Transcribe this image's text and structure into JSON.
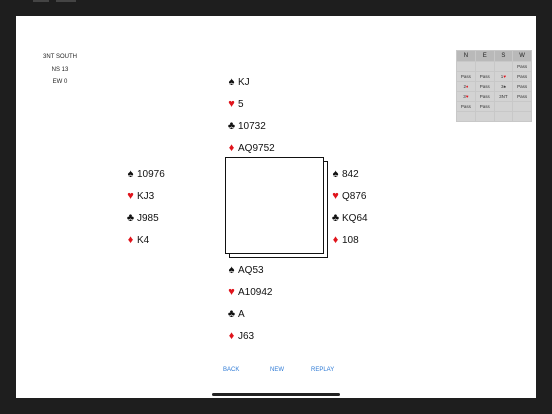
{
  "contract": "3NT SOUTH",
  "ns_score": "NS 13",
  "ew_score": "EW 0",
  "north": {
    "spades": "KJ",
    "hearts": "5",
    "clubs": "10732",
    "diamonds": "AQ9752"
  },
  "west": {
    "spades": "10976",
    "hearts": "KJ3",
    "clubs": "J985",
    "diamonds": "K4"
  },
  "east": {
    "spades": "842",
    "hearts": "Q876",
    "clubs": "KQ64",
    "diamonds": "108"
  },
  "south": {
    "spades": "AQ53",
    "hearts": "A10942",
    "clubs": "A",
    "diamonds": "J63"
  },
  "suit_symbols": {
    "spade": "♠",
    "heart": "♥",
    "club": "♣",
    "diamond": "♦"
  },
  "suit_colors": {
    "black": "#111111",
    "red": "#e0141c"
  },
  "bidding": {
    "headers": [
      "N",
      "E",
      "S",
      "W"
    ],
    "rows": [
      [
        "",
        "",
        "",
        "Pass"
      ],
      [
        "Pass",
        "Pass",
        "1♥",
        "Pass"
      ],
      [
        "2♦",
        "Pass",
        "3♠",
        "Pass"
      ],
      [
        "3♥",
        "Pass",
        "3NT",
        "Pass"
      ],
      [
        "Pass",
        "Pass",
        "",
        ""
      ],
      [
        "",
        "",
        "",
        ""
      ]
    ]
  },
  "buttons": {
    "back": "BACK",
    "new": "NEW",
    "replay": "REPLAY"
  },
  "link_color": "#2f7bd6"
}
